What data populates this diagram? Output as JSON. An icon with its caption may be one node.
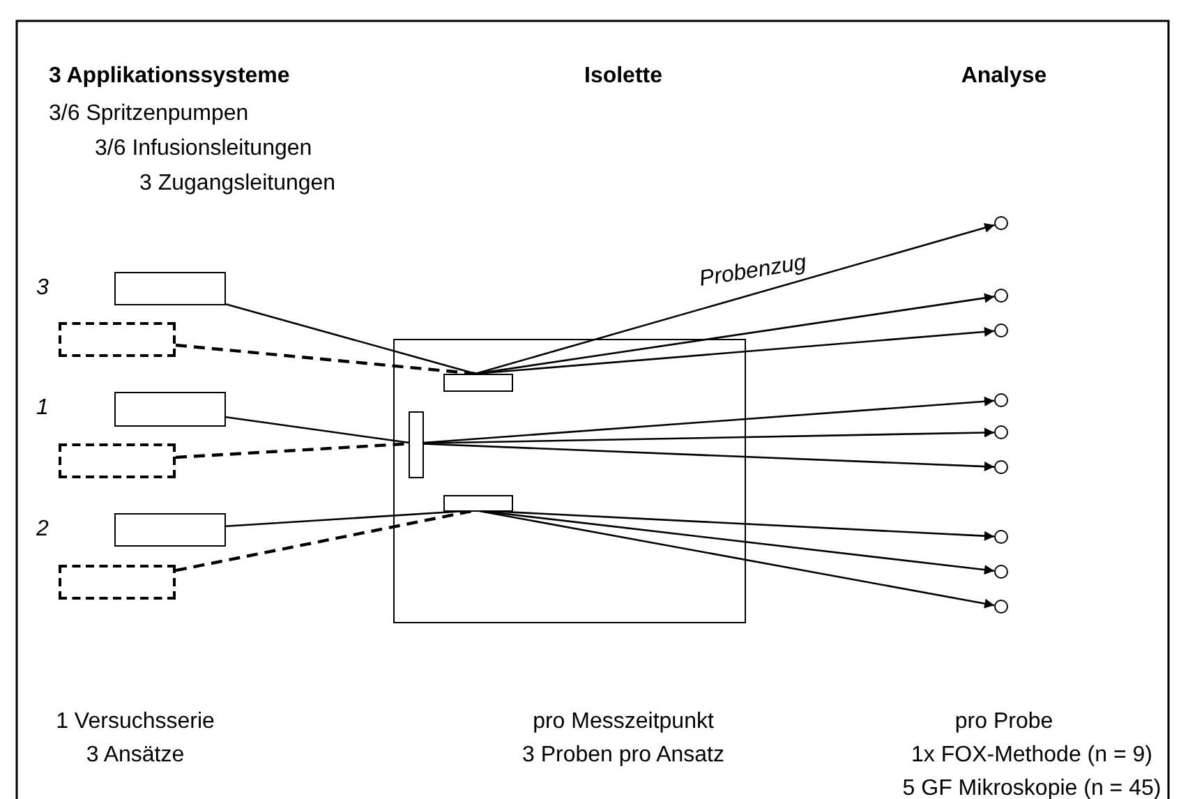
{
  "diagram": {
    "nodes": [
      {
        "text": [],
        "shape": "box"
      },
      {
        "text": [],
        "shape": "box"
      },
      {
        "text": [],
        "shape": "box"
      },
      {
        "text": [],
        "shape": "box"
      },
      {
        "text": [],
        "shape": "box"
      },
      {
        "text": [],
        "shape": "box"
      },
      {
        "text": [],
        "shape": "box"
      },
      {
        "text": [],
        "shape": "box",
        "in": 6
      },
      {
        "text": [],
        "shape": "box",
        "in": 6
      },
      {
        "text": [],
        "shape": "box",
        "in": 6
      },
      {
        "text": [],
        "shape": "circle"
      },
      {
        "text": [],
        "shape": "circle"
      },
      {
        "text": [],
        "shape": "circle"
      },
      {
        "text": [],
        "shape": "circle"
      },
      {
        "text": [],
        "shape": "circle"
      },
      {
        "text": [],
        "shape": "circle"
      },
      {
        "text": [],
        "shape": "circle"
      },
      {
        "text": [],
        "shape": "circle"
      },
      {
        "text": [],
        "shape": "circle"
      }
    ],
    "edges": [
      {
        "from": 0,
        "to": 7,
        "arrow": "none"
      },
      {
        "from": 1,
        "to": 7,
        "arrow": "none",
        "style": "dashed"
      },
      {
        "from": 2,
        "to": 8,
        "arrow": "none"
      },
      {
        "from": 3,
        "to": 8,
        "arrow": "none",
        "style": "dashed"
      },
      {
        "from": 4,
        "to": 9,
        "arrow": "none"
      },
      {
        "from": 5,
        "to": 9,
        "arrow": "none",
        "style": "dashed"
      },
      {
        "from": 7,
        "to": 10,
        "arrow": "to"
      },
      {
        "from": 7,
        "to": 11,
        "arrow": "to"
      },
      {
        "from": 7,
        "to": 12,
        "arrow": "to"
      },
      {
        "from": 8,
        "to": 13,
        "arrow": "to"
      },
      {
        "from": 8,
        "to": 14,
        "arrow": "to"
      },
      {
        "from": 8,
        "to": 15,
        "arrow": "to"
      },
      {
        "from": 9,
        "to": 16,
        "arrow": "to"
      },
      {
        "from": 9,
        "to": 17,
        "arrow": "to"
      },
      {
        "from": 9,
        "to": 18,
        "arrow": "to"
      }
    ],
    "labels": [
      "3 Applikationssysteme",
      "Isolette",
      "Analyse",
      "3/6 Spritzenpumpen",
      "3/6 Infusionsleitungen",
      "3 Zugangsleitungen",
      "Probenzug",
      "3",
      "1",
      "2",
      "1 Versuchsserie",
      "pro Messzeitpunkt",
      "pro Probe",
      "3 Ansätze",
      "3 Proben pro Ansatz",
      "1x FOX-Methode (n = 9)",
      "5 GF Mikroskopie (n = 45)"
    ]
  }
}
